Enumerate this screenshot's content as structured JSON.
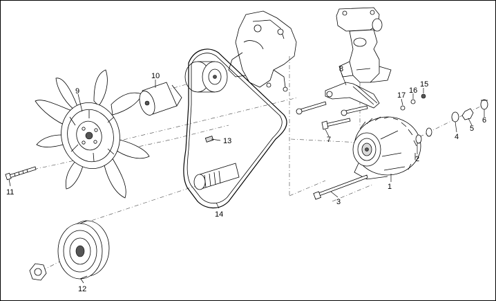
{
  "callouts": {
    "n1": "1",
    "n2": "2",
    "n3": "3",
    "n4": "4",
    "n5": "5",
    "n6": "6",
    "n7": "7",
    "n8": "8",
    "n9": "9",
    "n10": "10",
    "n11": "11",
    "n12": "12",
    "n13": "13",
    "n14": "14",
    "n15": "15",
    "n16": "16",
    "n17": "17"
  },
  "colors": {
    "line": "#000000",
    "shade": "#d9d9d9",
    "background": "#ffffff"
  }
}
